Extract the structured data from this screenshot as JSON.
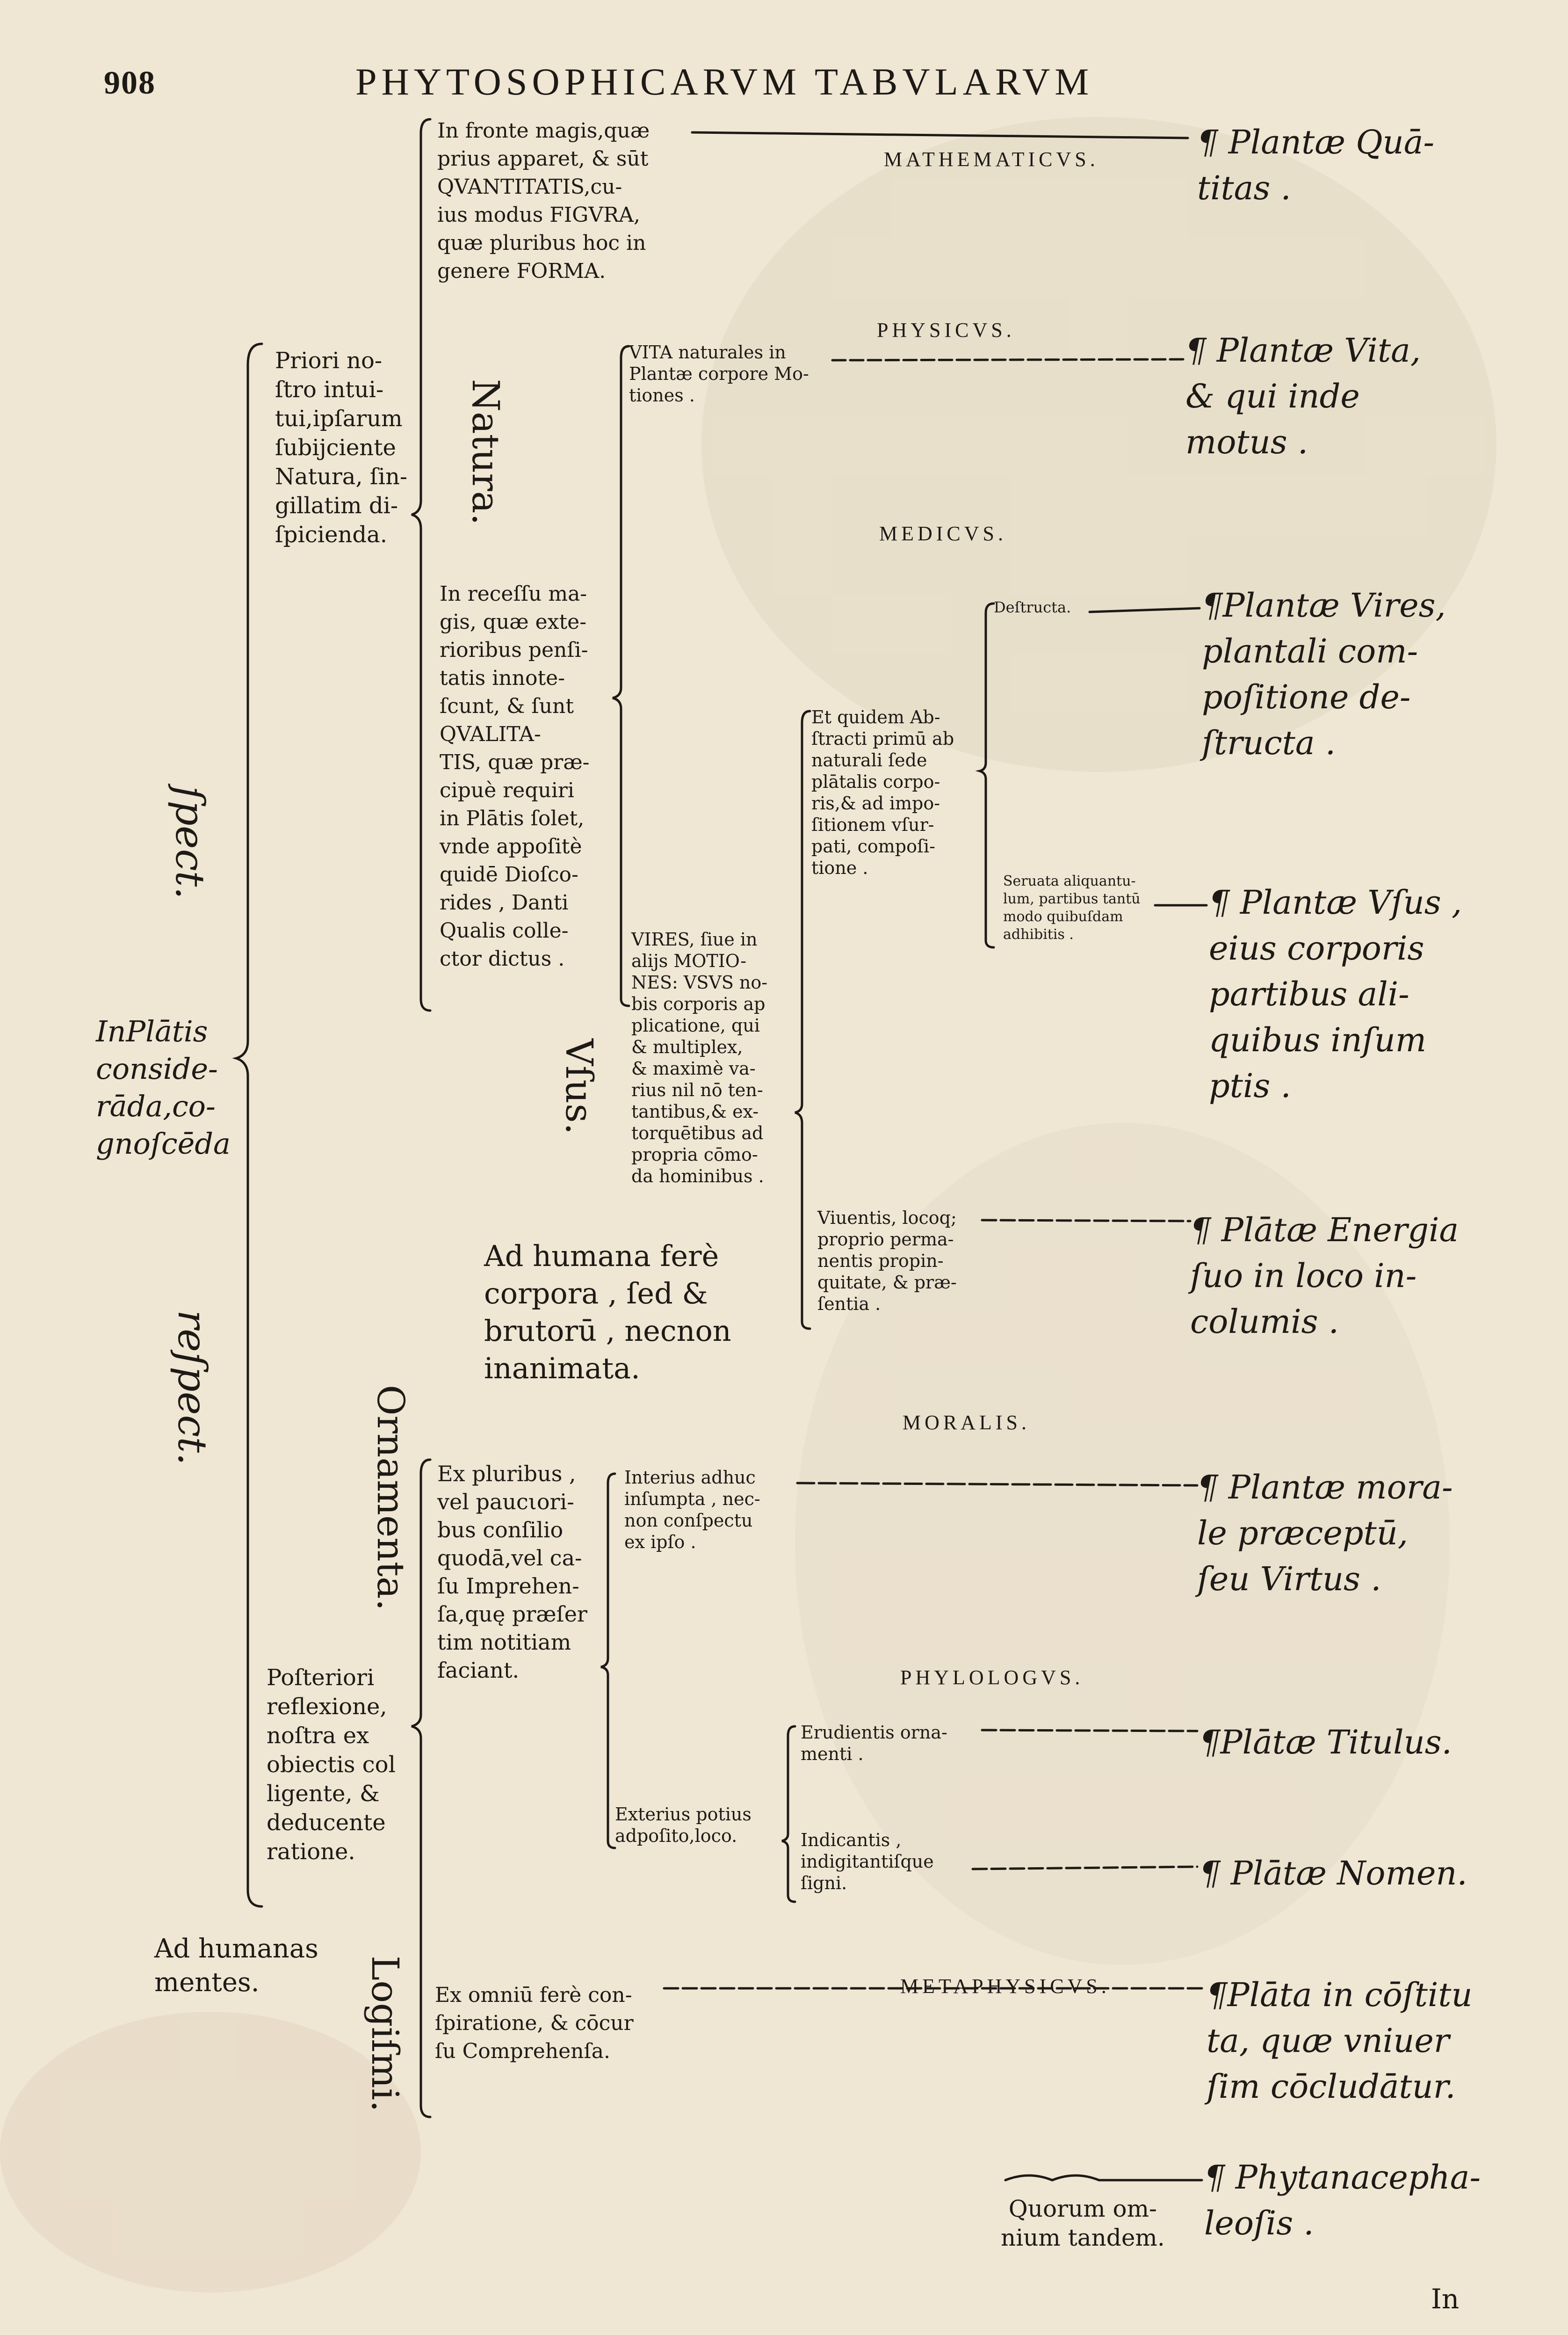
{
  "header": {
    "page_number": "908",
    "title": "PHYTOSOPHICARVM TABVLARVM"
  },
  "left_column": {
    "root": "InPlātis\nconside-\nrāda,co-\ngnoſcēda",
    "respect_1": "ſpect.",
    "respect_2": "reſpect.",
    "priori": "Priori no-\nſtro intui-\ntui,ipſarum\nſubijciente\nNatura, ſin-\ngillatim di-\nſpicienda.",
    "posteriori": "Poſteriori\nreflexione,\nnoſtra ex\nobiectis col\nligente, &\ndeducente\nratione.",
    "ad_humanas": "Ad humanas\nmentes."
  },
  "vertical_headings": {
    "natura": "Natura.",
    "vsus": "Vſus.",
    "ornamenta": "Ornamenta.",
    "logismi": "Logiſmi."
  },
  "natura_items": {
    "in_fronte": "In fronte magis,quæ\nprius apparet, & sūt\nQVANTITATIS,cu-\nius modus FIGVRA,\nquæ pluribus hoc in\ngenere FORMA.",
    "in_recessu": "In receſſu ma-\ngis, quæ exte-\nrioribus penſi-\ntatis innote-\nſcunt, & ſunt\nQVALITA-\nTIS, quæ præ-\ncipuè requiri\nin Plātis ſolet,\nvnde appoſitè\nquidē Dioſco-\nrides , Danti\nQualis colle-\nctor dictus ."
  },
  "vsus_items": {
    "vita": "VITA naturales in\nPlantæ corpore Mo-\ntiones .",
    "vires": "VIRES, ſiue in\nalijs MOTIO-\nNES: VSVS no-\nbis corporis ap\nplicatione, qui\n& multiplex,\n& maximè va-\nrius nil nō ten-\ntantibus,& ex-\ntorquētibus ad\npropria cōmo-\nda hominibus .",
    "ad_humana": "Ad humana ferè\ncorpora , ſed &\nbrutorū , necnon\ninanimata.",
    "et_quidem": "Et quidem Ab-\nſtracti primū ab\nnaturali ſede\nplātalis corpo-\nris,& ad impo-\nſitionem vſur-\npati, compoſi-\ntione .",
    "destructa": "Deſtructa.",
    "servata": "Seruata aliquantu-\nlum, partibus tantū\nmodo quibuſdam\nadhibitis .",
    "viventis": "Viuentis, locoq;\nproprio perma-\nnentis propin-\nquitate, & præ-\nſentia ."
  },
  "ornamenta_items": {
    "ex_pluribus": "Ex pluribus ,\nvel paucιori-\nbus conſilio\nquodā,vel ca-\nſu Imprehen-\nſa,quę præſer\ntim notitiam\nfaciant.",
    "interius": "Interius adhuc\ninſumpta , nec-\nnon conſpectu\nex ipſo .",
    "exterius": "Exterius potius\nadpoſito,loco.",
    "erudientis": "Erudientis orna-\nmenti .",
    "indicantis": "Indicantis ,\nindigitantiſque\nſigni."
  },
  "logismi_items": {
    "ex_omnium": "Ex omniū ferè con-\nſpiratione, & cōcur\nſu Comprehenſa.",
    "quorum": "Quorum om-\nnium tandem."
  },
  "disciplines": [
    "MATHEMATICVS.",
    "PHYSICVS.",
    "MEDICVS.",
    "MORALIS.",
    "PHYLOLOGVS.",
    "METAPHYSICVS."
  ],
  "results": {
    "quantitas": "¶ Plantæ Quā-\ntitas .",
    "vita": "¶ Plantæ Vita,\n& qui inde\nmotus .",
    "vires": "¶Plantæ Vires,\nplantali com-\npoſitione de-\nſtructa .",
    "vsus": "¶ Plantæ Vſus ,\neius corporis\npartibus ali-\nquibus inſum\nptis .",
    "energia": "¶ Plātæ Energia\nſuo in loco in-\ncolumis .",
    "virtus": "¶ Plantæ mora-\nle præceptū,\nſeu Virtus .",
    "titulus": "¶Plātæ Titulus.",
    "nomen": "¶ Plātæ Nomen.",
    "constituta": "¶Plāta in cōſtitu\nta, quæ vniuer\nſim cōcludātur.",
    "phytanacephaleosis": "¶ Phytanacepha-\nleoſis ."
  },
  "footer": {
    "catchword": "In"
  }
}
